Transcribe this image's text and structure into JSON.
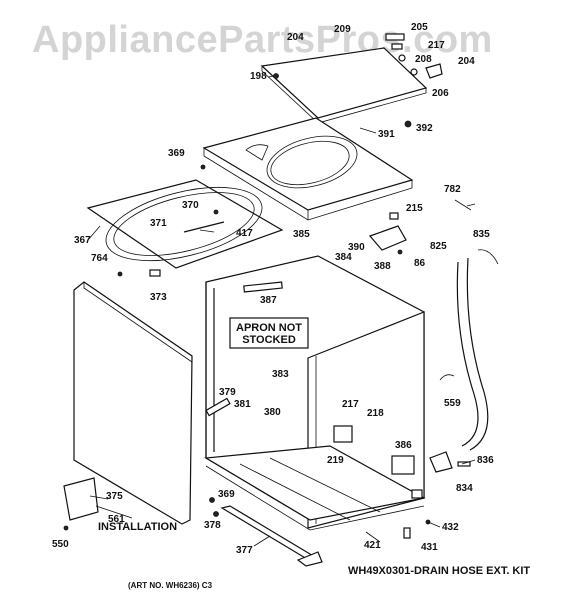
{
  "watermark": "AppliancePartsPros.com",
  "callouts": {
    "apron_line1": "APRON NOT",
    "apron_line2": "STOCKED",
    "installation": "INSTALLATION",
    "hose_kit": "WH49X0301-DRAIN HOSE EXT. KIT",
    "art_no": "(ART NO. WH6236) C3"
  },
  "part_numbers": [
    "209",
    "205",
    "204",
    "217",
    "208",
    "204",
    "206",
    "198",
    "392",
    "391",
    "369",
    "782",
    "215",
    "370",
    "371",
    "417",
    "367",
    "385",
    "390",
    "825",
    "835",
    "384",
    "388",
    "86",
    "764",
    "387",
    "373",
    "383",
    "379",
    "381",
    "380",
    "217",
    "218",
    "219",
    "559",
    "386",
    "836",
    "834",
    "375",
    "369",
    "378",
    "561",
    "550",
    "377",
    "421",
    "432",
    "431"
  ]
}
